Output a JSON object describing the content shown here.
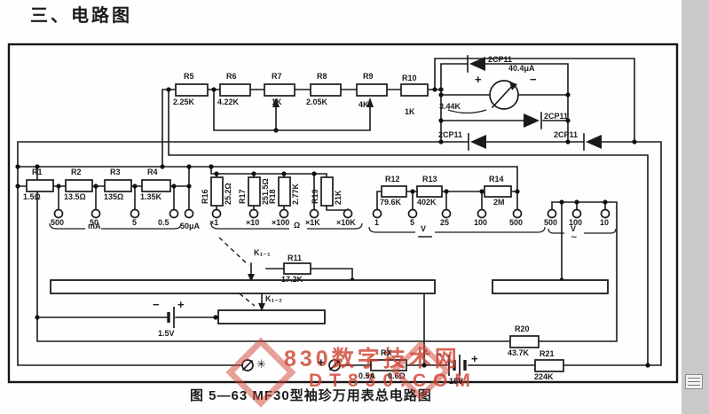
{
  "page": {
    "section_title": "三、电路图",
    "caption": "图 5—63  MF30型袖珍万用表总电路图"
  },
  "watermark": {
    "line1": "830数字技术网",
    "line2": "DT830.COM",
    "color": "#cd3e2e"
  },
  "meter": {
    "plus": "+",
    "minus": "−",
    "current": "40.4μA",
    "resistance": "3.44K"
  },
  "diodes": {
    "d1": "2CP11",
    "d2": "2CP11",
    "d3": "2CP11",
    "d4": "2CP11"
  },
  "switches": {
    "k1_1": "K₁₋₁",
    "k1_2": "K₁₋₂"
  },
  "fuse": {
    "ref": "RX",
    "current": "0.5A",
    "resistance": "0.6Ω"
  },
  "batteries": {
    "b1": {
      "minus": "−",
      "plus": "+",
      "value": "1.5V"
    },
    "b2": {
      "minus": "−",
      "plus": "+",
      "value": "15V"
    }
  },
  "resistors": {
    "r1": {
      "ref": "R1",
      "value": "1.5Ω"
    },
    "r2": {
      "ref": "R2",
      "value": "13.5Ω"
    },
    "r3": {
      "ref": "R3",
      "value": "135Ω"
    },
    "r4": {
      "ref": "R4",
      "value": "1.35K"
    },
    "r5": {
      "ref": "R5",
      "value": "2.25K"
    },
    "r6": {
      "ref": "R6",
      "value": "4.22K"
    },
    "r7": {
      "ref": "R7",
      "value": "1K"
    },
    "r8": {
      "ref": "R8",
      "value": "2.05K"
    },
    "r9": {
      "ref": "R9",
      "value": "4K"
    },
    "r10": {
      "ref": "R10",
      "value": "1K"
    },
    "r11": {
      "ref": "R11",
      "value": "17.2K"
    },
    "r12": {
      "ref": "R12",
      "value": "79.6K"
    },
    "r13": {
      "ref": "R13",
      "value": "402K"
    },
    "r14": {
      "ref": "R14",
      "value": "2M"
    },
    "r16": {
      "ref": "R16",
      "value": "25.2Ω"
    },
    "r17": {
      "ref": "R17",
      "value": "251.5Ω"
    },
    "r18": {
      "ref": "R18",
      "value": "2.77K"
    },
    "r19": {
      "ref": "R19",
      "value": "21K"
    },
    "r20": {
      "ref": "R20",
      "value": "43.7K"
    },
    "r21": {
      "ref": "R21",
      "value": "224K"
    }
  },
  "terminals": {
    "ma": {
      "t500": "500",
      "t50": "50",
      "t5": "5",
      "t05": "0.5",
      "ua": "50μA",
      "unit": "mA"
    },
    "ohm": {
      "x1": "×1",
      "x10": "×10",
      "x100": "×100",
      "x1k": "×1K",
      "x10k": "×10K",
      "unit": "Ω"
    },
    "vdc": {
      "t1": "1",
      "t5": "5",
      "t25": "25",
      "t100": "100",
      "t500": "500",
      "unit": "V"
    },
    "vac": {
      "t500": "500",
      "t100": "100",
      "t10": "10",
      "unit": "V",
      "tilde": "∼"
    },
    "jacks": {
      "star": "✳",
      "plus": "+"
    }
  }
}
